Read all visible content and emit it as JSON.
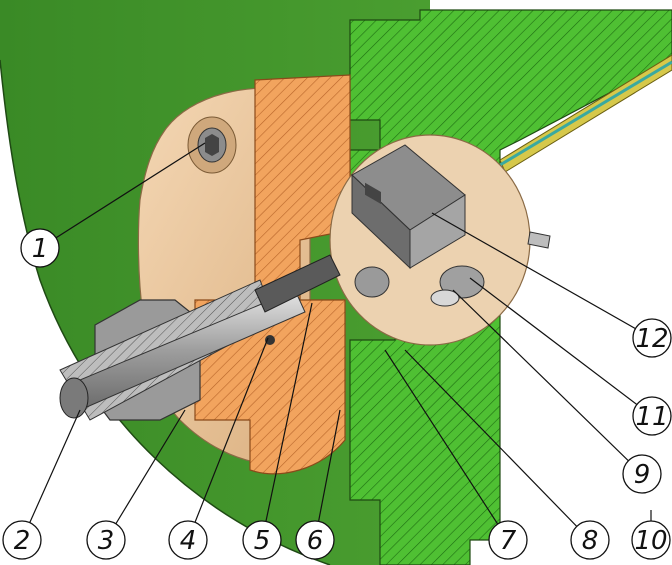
{
  "diagram": {
    "callouts": [
      {
        "id": 1,
        "label": "1"
      },
      {
        "id": 2,
        "label": "2"
      },
      {
        "id": 3,
        "label": "3"
      },
      {
        "id": 4,
        "label": "4"
      },
      {
        "id": 5,
        "label": "5"
      },
      {
        "id": 6,
        "label": "6"
      },
      {
        "id": 7,
        "label": "7"
      },
      {
        "id": 8,
        "label": "8"
      },
      {
        "id": 9,
        "label": "9"
      },
      {
        "id": 10,
        "label": "10"
      },
      {
        "id": 11,
        "label": "11"
      },
      {
        "id": 12,
        "label": "12"
      }
    ]
  },
  "colors": {
    "housing_green": "#3f8f2a",
    "section_green": "#4fc033",
    "flange_tan": "#e9c49a",
    "section_orange": "#f2a45e",
    "steel_grey": "#a9a9a9",
    "hatch": "#1e5a12",
    "tube_yellow": "#d6c84a"
  }
}
